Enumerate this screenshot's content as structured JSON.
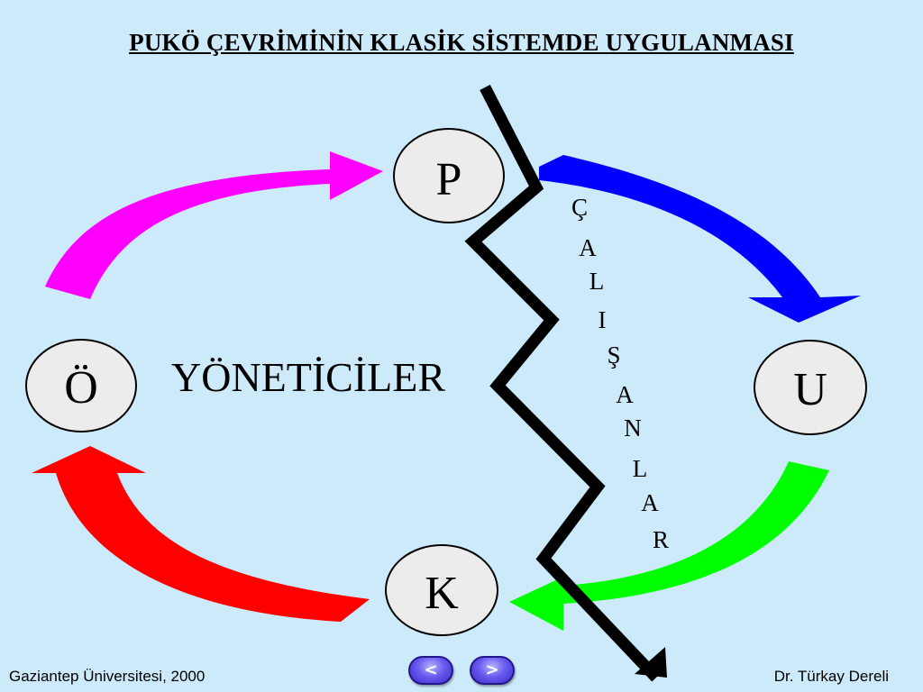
{
  "slide": {
    "title": "PUKÖ ÇEVRİMİNİN KLASİK SİSTEMDE UYGULANMASI",
    "center_label": "YÖNETİCİLER",
    "vertical_label": [
      "Ç",
      "A",
      "L",
      "I",
      "Ş",
      "A",
      "N",
      "L",
      "A",
      "R"
    ]
  },
  "nodes": [
    {
      "id": "P",
      "label": "P"
    },
    {
      "id": "U",
      "label": "U"
    },
    {
      "id": "K",
      "label": "K"
    },
    {
      "id": "O",
      "label": "Ö"
    }
  ],
  "arrows": [
    {
      "name": "arrow-o-to-p",
      "color": "#ff00ff"
    },
    {
      "name": "arrow-p-to-u",
      "color": "#0000ff"
    },
    {
      "name": "arrow-u-to-k",
      "color": "#00ff00"
    },
    {
      "name": "arrow-k-to-o",
      "color": "#ff0000"
    }
  ],
  "footer": {
    "left": "Gaziantep Üniversitesi, 2000",
    "right": "Dr. Türkay Dereli"
  },
  "nav": {
    "prev_label": "<",
    "next_label": ">"
  }
}
